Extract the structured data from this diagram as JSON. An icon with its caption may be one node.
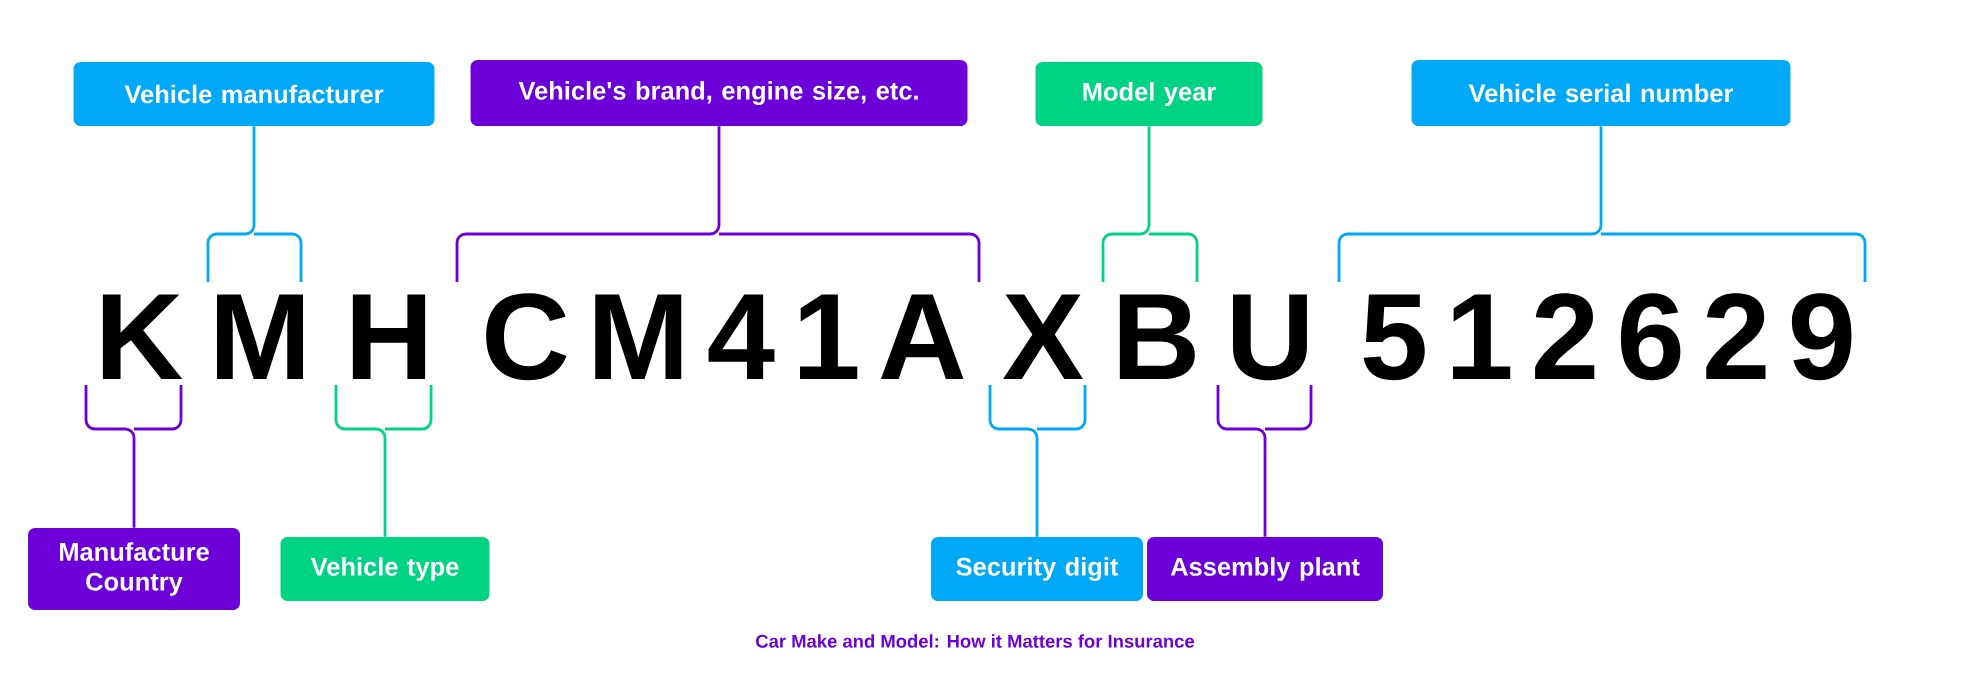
{
  "diagram": {
    "caption": "Car Make and Model: How it Matters for Insurance",
    "nodes": [
      {
        "text": [
          "Vehicle manufacturer"
        ]
      },
      {
        "text": [
          "Vehicle's brand, engine size, etc."
        ]
      },
      {
        "text": [
          "Model year"
        ]
      },
      {
        "text": [
          "Vehicle serial number"
        ]
      },
      {
        "text": [
          "K"
        ]
      },
      {
        "text": [
          "M"
        ]
      },
      {
        "text": [
          "H"
        ]
      },
      {
        "text": [
          "CM41A"
        ]
      },
      {
        "text": [
          "X"
        ]
      },
      {
        "text": [
          "B"
        ]
      },
      {
        "text": [
          "U"
        ]
      },
      {
        "text": [
          "512629"
        ]
      },
      {
        "text": [
          "Manufacture Country"
        ]
      },
      {
        "text": [
          "Vehicle type"
        ]
      },
      {
        "text": [
          "Security digit"
        ]
      },
      {
        "text": [
          "Assembly plant"
        ]
      }
    ],
    "edges": [
      {
        "from": 0,
        "to": 5,
        "arrow": "none",
        "color": "#00a8f8"
      },
      {
        "from": 1,
        "to": 7,
        "arrow": "none",
        "color": "#6c00d8"
      },
      {
        "from": 2,
        "to": 9,
        "arrow": "none",
        "color": "#00d384"
      },
      {
        "from": 3,
        "to": 11,
        "arrow": "none",
        "color": "#00a8f8"
      },
      {
        "from": 12,
        "to": 4,
        "arrow": "none",
        "color": "#6c00d8"
      },
      {
        "from": 13,
        "to": 6,
        "arrow": "none",
        "color": "#00d384"
      },
      {
        "from": 14,
        "to": 8,
        "arrow": "none",
        "color": "#00a8f8"
      },
      {
        "from": 15,
        "to": 10,
        "arrow": "none",
        "color": "#6c00d8"
      }
    ]
  }
}
